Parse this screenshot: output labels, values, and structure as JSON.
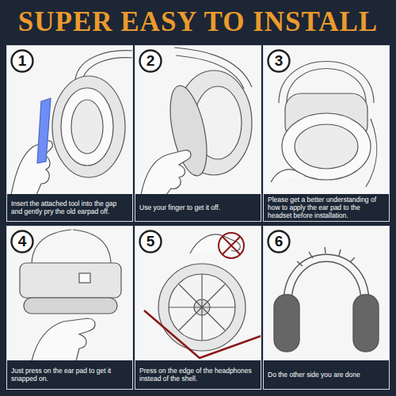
{
  "diagram": {
    "title": "SUPER EASY TO INSTALL",
    "nodes": [
      {
        "text": [
          "Insert the attached tool into the gap and gently pry the old earpad off."
        ]
      },
      {
        "text": [
          "1"
        ],
        "in": 0
      },
      {
        "text": [
          "Use your finger to get it off."
        ]
      },
      {
        "text": [
          "2"
        ],
        "in": 2
      },
      {
        "text": [
          "Please get a better understanding of how to apply the ear pad to the headset before installation."
        ]
      },
      {
        "text": [
          "3"
        ],
        "in": 4
      },
      {
        "text": [
          "Just press on the ear pad to get it snapped on."
        ]
      },
      {
        "text": [
          "4"
        ],
        "in": 6
      },
      {
        "text": [
          "Press on the edge of the headphones instead of the shell."
        ]
      },
      {
        "text": [
          "5"
        ],
        "in": 8
      },
      {
        "text": [
          "Do the other side you are done"
        ]
      },
      {
        "text": [
          "6"
        ],
        "in": 10
      }
    ]
  }
}
